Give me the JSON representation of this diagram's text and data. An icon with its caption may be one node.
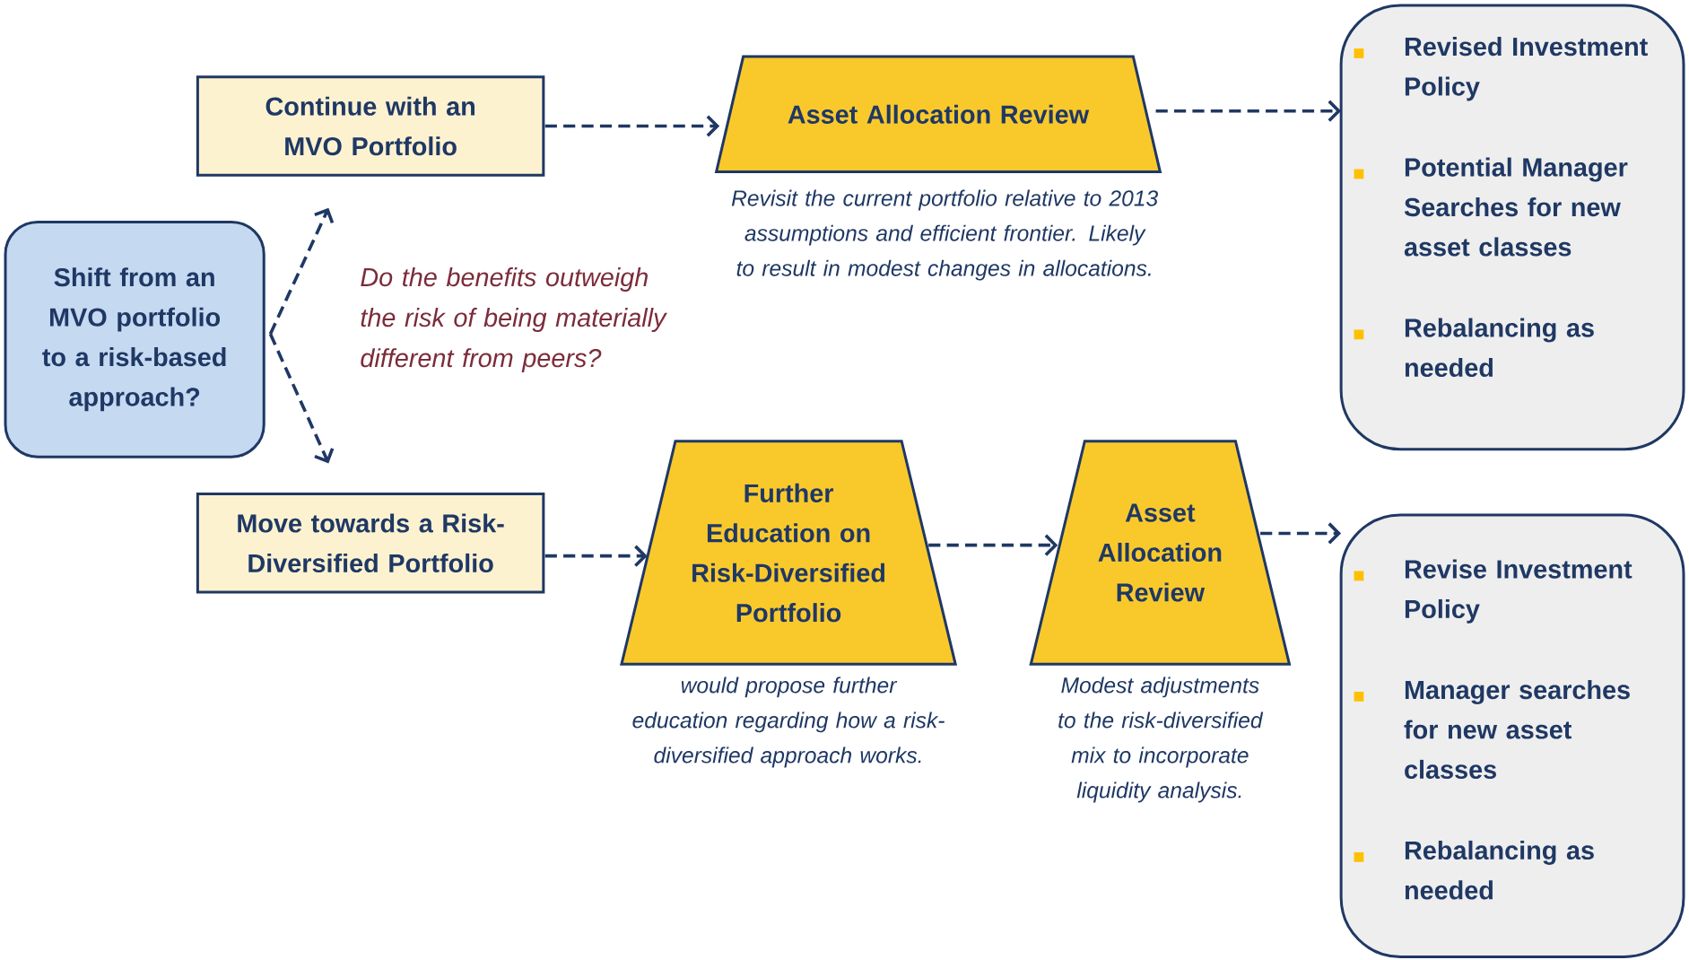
{
  "diagram": {
    "nodes": [
      {
        "text": [
          "Shift from an MVO portfolio to a risk-based approach?"
        ]
      },
      {
        "text": [
          "Continue with an MVO Portfolio"
        ]
      },
      {
        "text": [
          "Move towards a Risk-Diversified Portfolio"
        ]
      },
      {
        "text": [
          "Asset Allocation Review"
        ],
        "beside": [
          "Revisit the current portfolio relative to 2013 assumptions and efficient frontier.  Likely to result in modest changes in allocations."
        ]
      },
      {
        "text": [
          "Further Education on Risk-Diversified Portfolio"
        ],
        "beside": [
          "would propose further education regarding how a risk-diversified approach works."
        ]
      },
      {
        "text": [
          "Asset Allocation Review"
        ],
        "beside": [
          "Modest adjustments to the risk-diversified mix to incorporate liquidity analysis."
        ]
      },
      {
        "text": [
          "Revised Investment Policy",
          "Potential Manager Searches for new asset classes",
          "Rebalancing as needed"
        ]
      },
      {
        "text": [
          "Revise Investment Policy",
          "Manager searches for new asset classes",
          "Rebalancing as needed"
        ]
      }
    ],
    "edges": [
      {
        "from": 0,
        "to": 1,
        "arrow": "to",
        "style": "dashed"
      },
      {
        "from": 0,
        "to": 2,
        "arrow": "to",
        "style": "dashed"
      },
      {
        "from": 1,
        "to": 3,
        "arrow": "to",
        "style": "dashed"
      },
      {
        "from": 3,
        "to": 6,
        "arrow": "to",
        "style": "dashed"
      },
      {
        "from": 2,
        "to": 4,
        "arrow": "to",
        "style": "dashed"
      },
      {
        "from": 4,
        "to": 5,
        "arrow": "to",
        "style": "dashed"
      },
      {
        "from": 5,
        "to": 7,
        "arrow": "to",
        "style": "dashed"
      }
    ],
    "labels": [
      "Do the benefits outweigh the risk of being materially different from peers?"
    ]
  }
}
